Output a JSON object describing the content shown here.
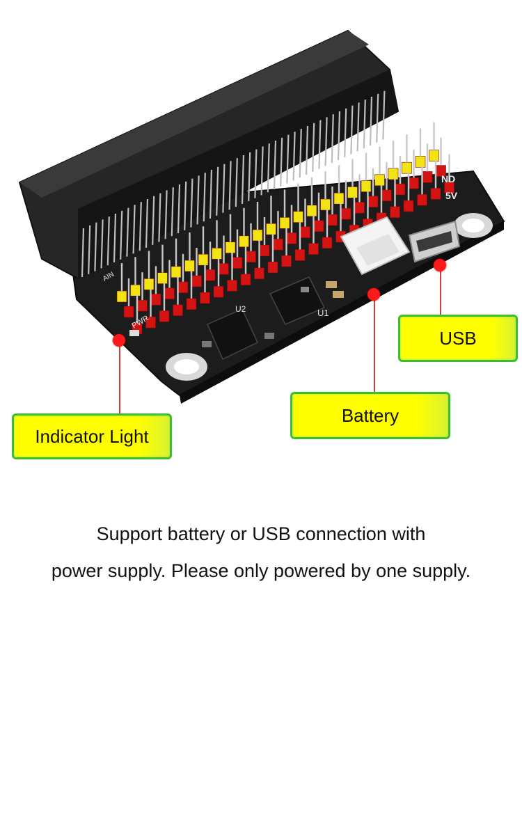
{
  "callouts": {
    "usb": "USB",
    "battery": "Battery",
    "indicator": "Indicator Light"
  },
  "board_silkscreen": {
    "gnd": "ND",
    "v5": "5V",
    "u1": "U1",
    "u2": "U2",
    "pwr": "PWR",
    "ain": "AIN"
  },
  "caption": {
    "line1": "Support battery or USB connection with",
    "line2": "power supply. Please only powered by one supply."
  },
  "colors": {
    "callout_fill": "#ffff00",
    "callout_border": "#3cbf2a",
    "marker_dot": "#ff1a1a",
    "header_red": "#d41313",
    "header_yellow": "#f2e313",
    "pcb_black": "#1a1a1a"
  }
}
